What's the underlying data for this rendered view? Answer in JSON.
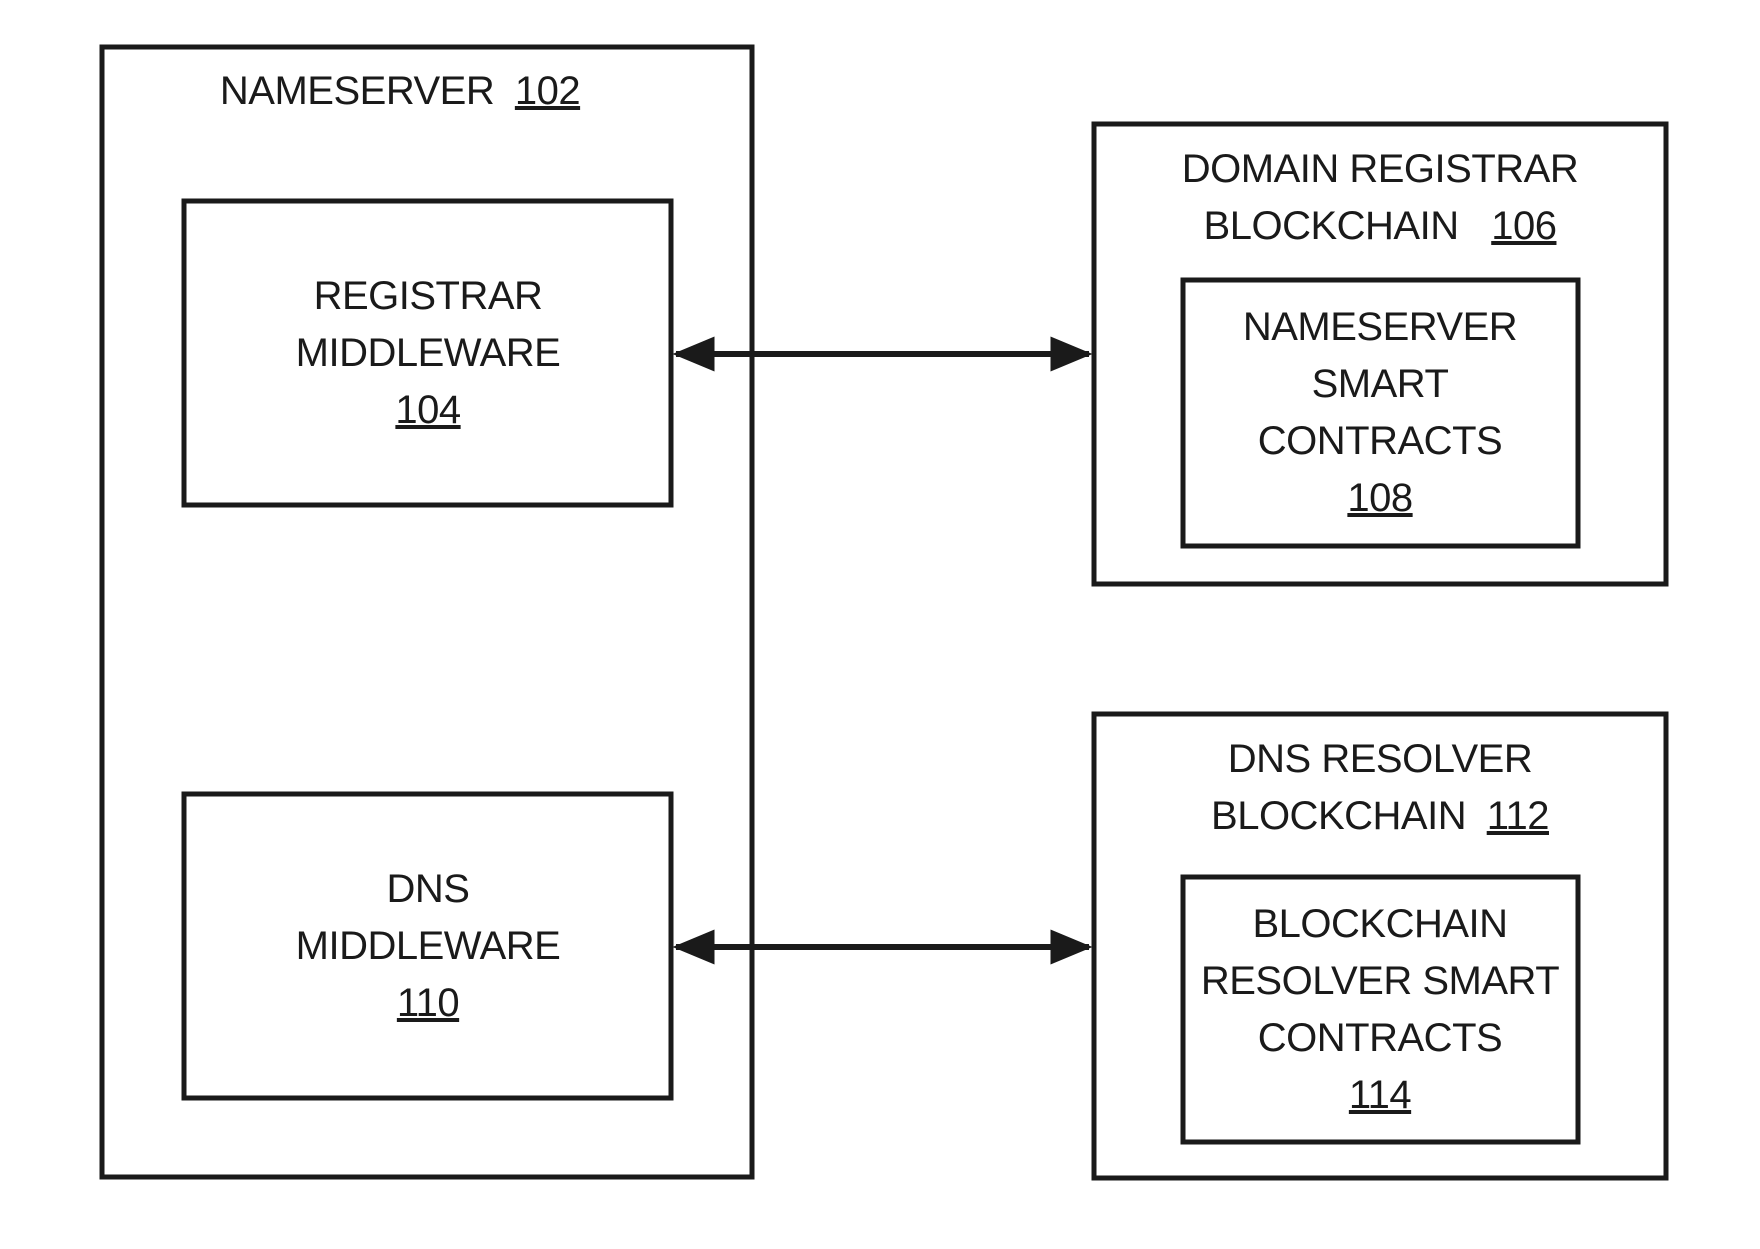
{
  "nameserver": {
    "title": "NAMESERVER",
    "ref": "102",
    "registrar_middleware": {
      "line1": "REGISTRAR",
      "line2": "MIDDLEWARE",
      "ref": "104"
    },
    "dns_middleware": {
      "line1": "DNS",
      "line2": "MIDDLEWARE",
      "ref": "110"
    }
  },
  "domain_registrar_blockchain": {
    "line1": "DOMAIN REGISTRAR",
    "line2": "BLOCKCHAIN",
    "ref": "106",
    "nameserver_smart_contracts": {
      "line1": "NAMESERVER",
      "line2": "SMART",
      "line3": "CONTRACTS",
      "ref": "108"
    }
  },
  "dns_resolver_blockchain": {
    "line1": "DNS RESOLVER",
    "line2": "BLOCKCHAIN",
    "ref": "112",
    "blockchain_resolver_smart_contracts": {
      "line1": "BLOCKCHAIN",
      "line2": "RESOLVER SMART",
      "line3": "CONTRACTS",
      "ref": "114"
    }
  }
}
